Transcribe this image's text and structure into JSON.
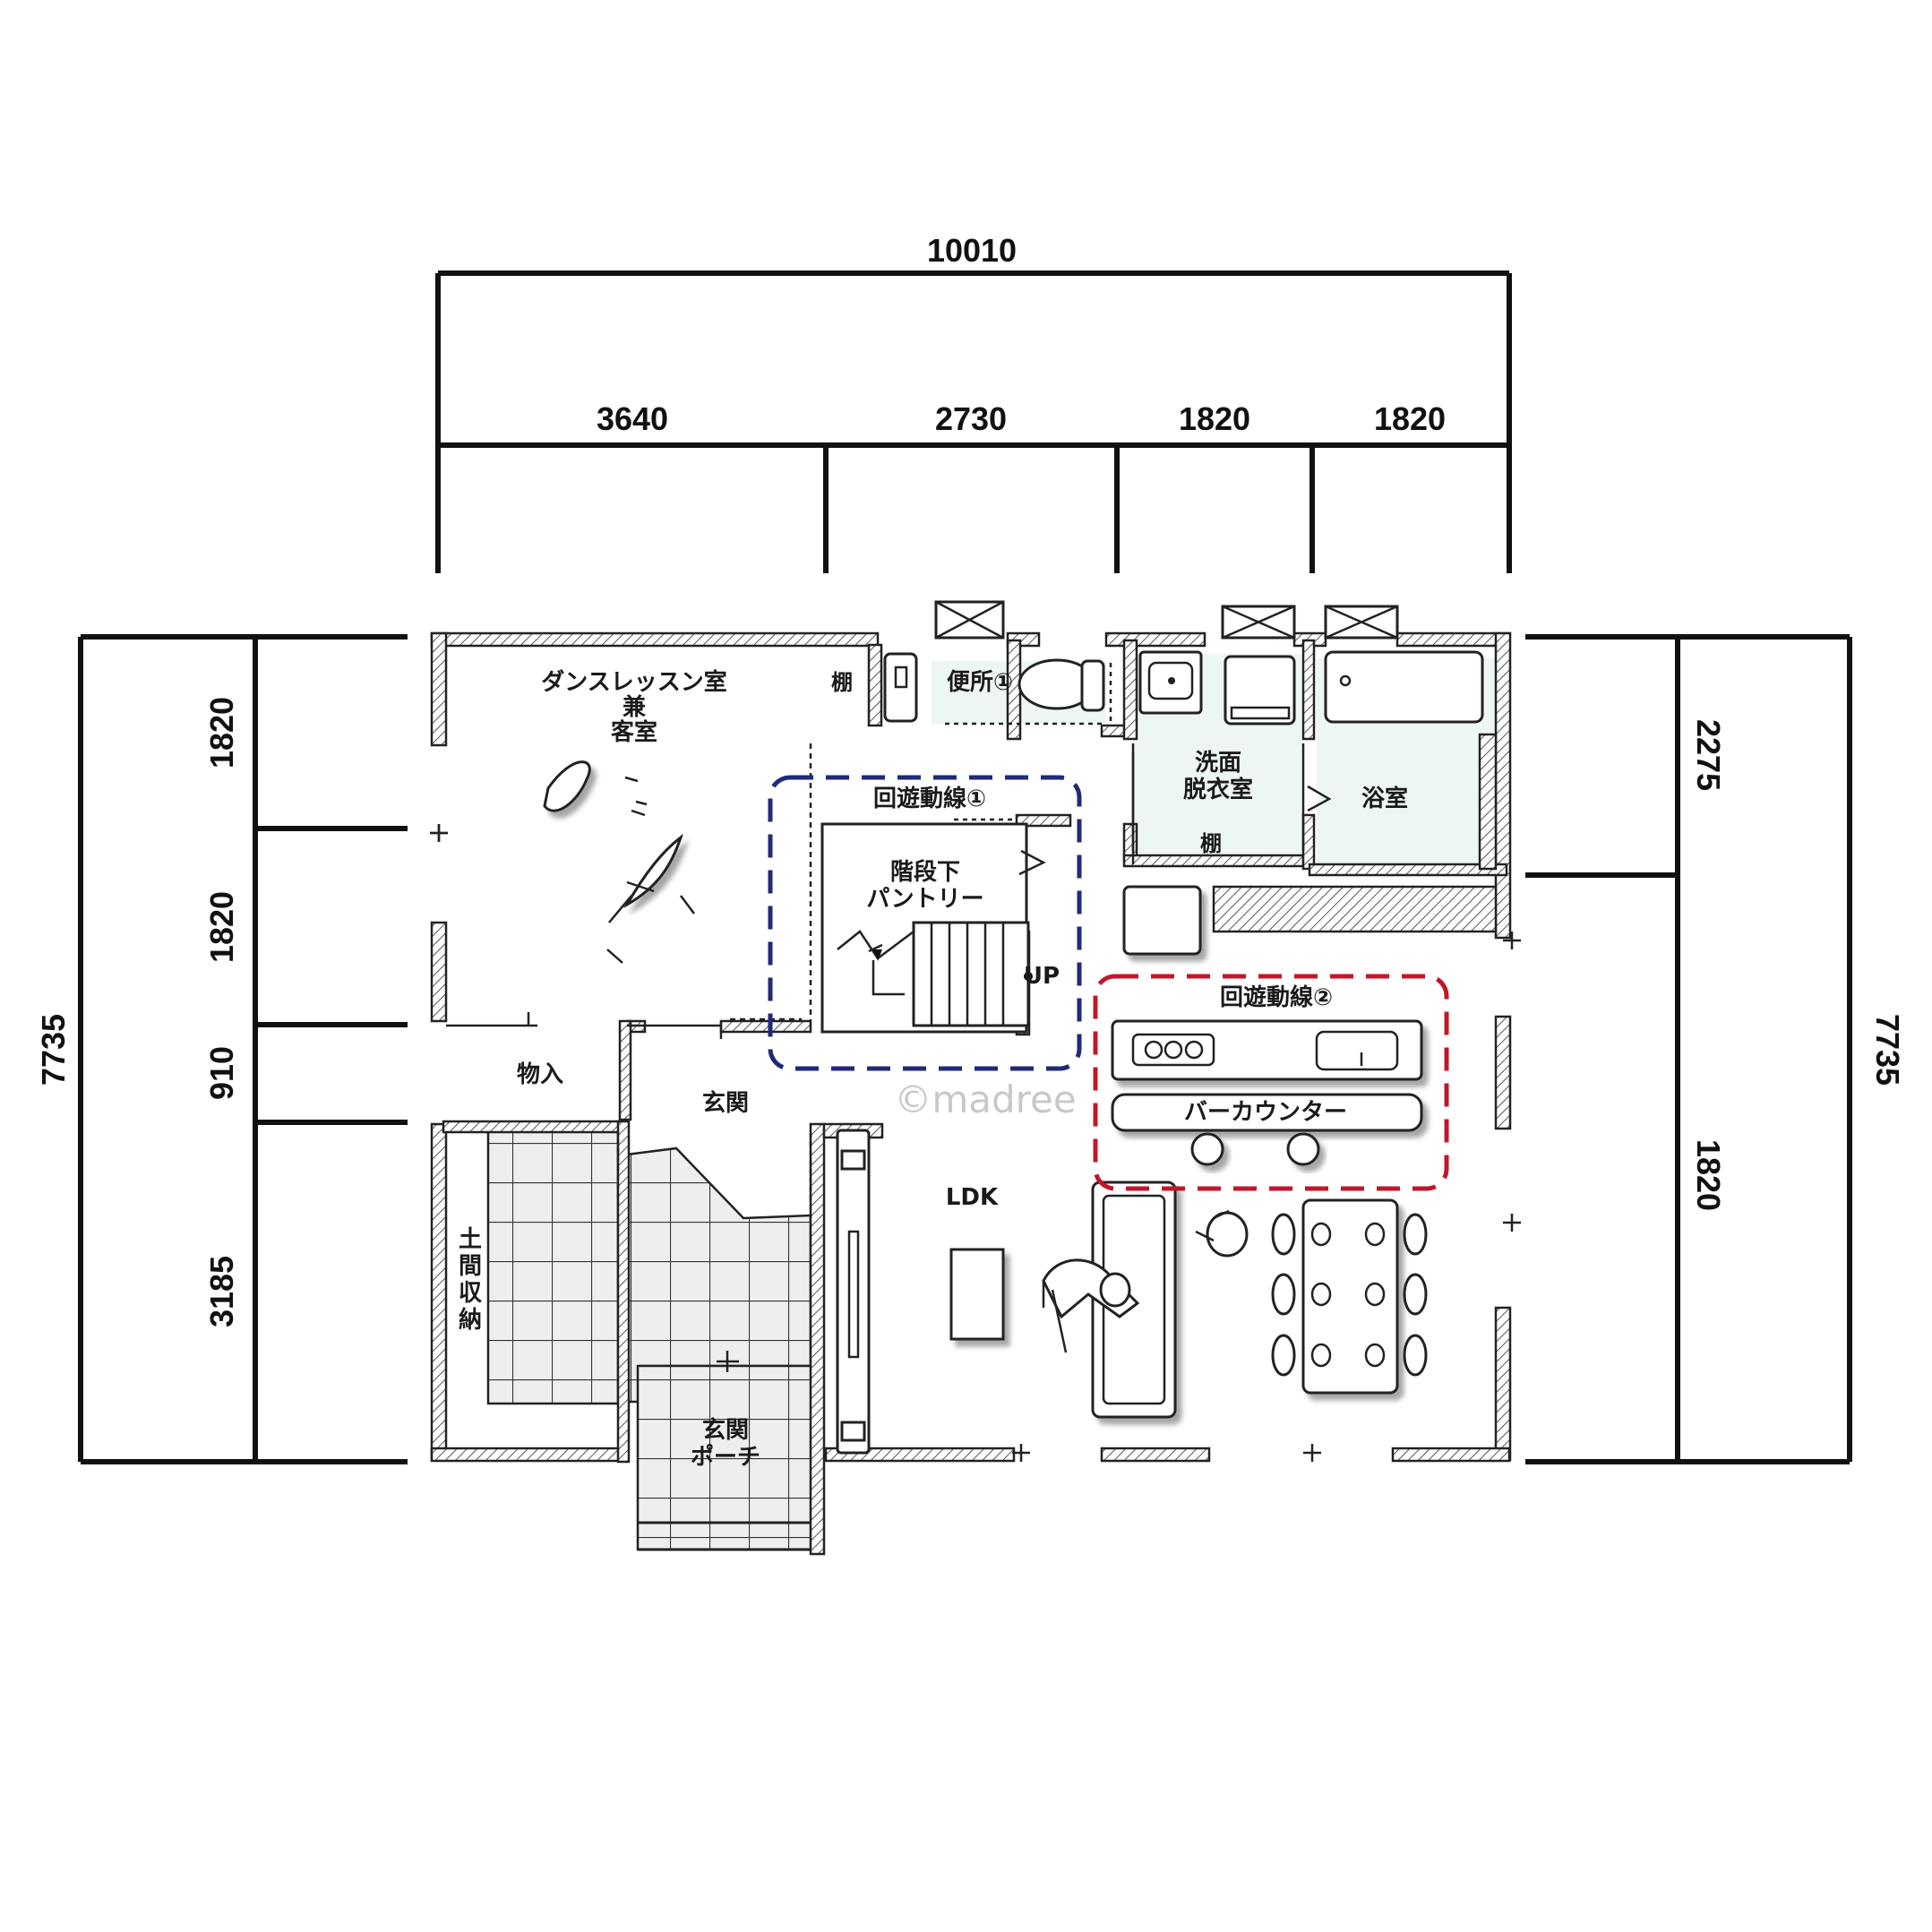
{
  "dimensions": {
    "top_total": "10010",
    "top_segments": [
      "3640",
      "2730",
      "1820",
      "1820"
    ],
    "left_total": "7735",
    "left_segments": [
      "1820",
      "1820",
      "910",
      "3185"
    ],
    "right_total": "7735",
    "right_segments": [
      "2275",
      "1820"
    ]
  },
  "rooms": {
    "dance_room_line1": "ダンスレッスン室",
    "dance_room_line2": "兼",
    "dance_room_line3": "客室",
    "shelf_1": "棚",
    "toilet": "便所①",
    "washroom_line1": "洗面",
    "washroom_line2": "脱衣室",
    "bathroom": "浴室",
    "shelf_2": "棚",
    "loop_1": "回遊動線①",
    "pantry_line1": "階段下",
    "pantry_line2": "パントリー",
    "up": "UP",
    "loop_2": "回遊動線②",
    "storage": "物入",
    "entrance": "玄関",
    "bar_counter": "バーカウンター",
    "ldk": "LDK",
    "earth_storage": [
      "土",
      "間",
      "収",
      "納"
    ],
    "porch_line1": "玄関",
    "porch_line2": "ポーチ"
  },
  "watermark": "©madree",
  "colors": {
    "loop_1_dash": "#1f2a7a",
    "loop_2_dash": "#c0182a",
    "wet_area": "#eef6f4"
  }
}
